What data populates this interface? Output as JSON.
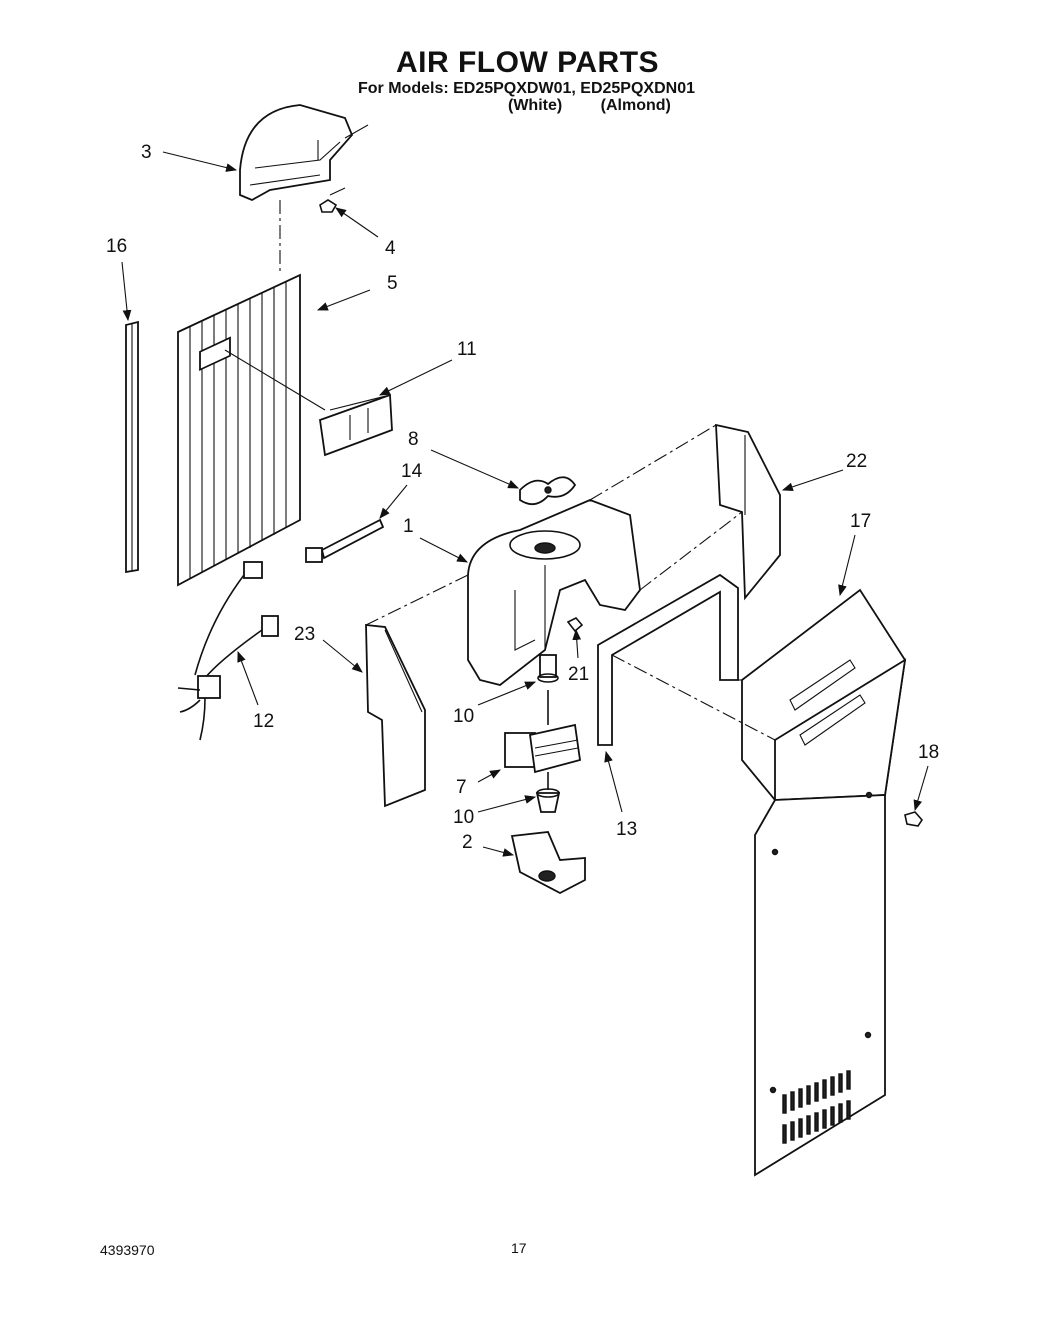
{
  "header": {
    "title": "AIR FLOW PARTS",
    "models_line": "For Models: ED25PQXDW01, ED25PQXDN01",
    "color_1": "(White)",
    "color_2": "(Almond)"
  },
  "footer": {
    "doc_number": "4393970",
    "page_number": "17"
  },
  "callouts": {
    "c1": "1",
    "c2": "2",
    "c3": "3",
    "c4": "4",
    "c5": "5",
    "c7": "7",
    "c8": "8",
    "c10a": "10",
    "c10b": "10",
    "c11": "11",
    "c12": "12",
    "c13": "13",
    "c14": "14",
    "c16": "16",
    "c17": "17",
    "c18": "18",
    "c21": "21",
    "c22": "22",
    "c23": "23"
  }
}
